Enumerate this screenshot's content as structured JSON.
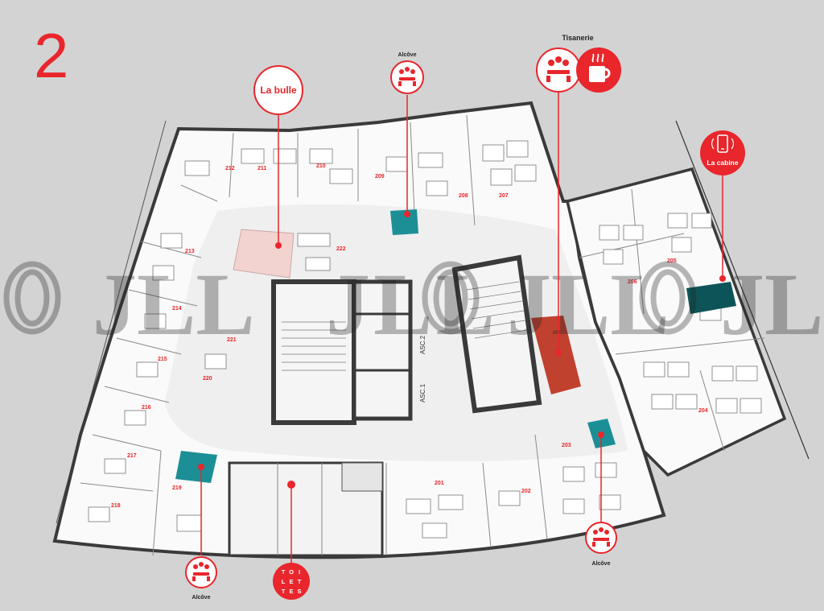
{
  "floor": {
    "number": "2",
    "color": "#e8262c"
  },
  "watermark": {
    "text": "JLL"
  },
  "colors": {
    "accent": "#e8262c",
    "alcove": "#1c8f96",
    "cabine": "#0d5458",
    "tisanerie": "#c0412e",
    "bulle": "#f3d3d0"
  },
  "rooms": [
    "201",
    "202",
    "203",
    "204",
    "205",
    "206",
    "207",
    "208",
    "209",
    "210",
    "211",
    "212",
    "213",
    "214",
    "215",
    "216",
    "217",
    "218",
    "219",
    "220",
    "221",
    "222"
  ],
  "callouts": {
    "floor": "2",
    "la_bulle": {
      "label": "La bulle",
      "icon": "meeting-icon"
    },
    "alcove_top": {
      "label": "Alcôve",
      "icon": "meeting-icon"
    },
    "tisanerie": {
      "label": "Tisanerie",
      "icon": "coffee-icon"
    },
    "la_cabine": {
      "label": "La cabine",
      "icon": "phone-icon"
    },
    "alcove_bottom_left": {
      "label": "Alcôve",
      "icon": "meeting-icon"
    },
    "alcove_bottom_right": {
      "label": "Alcôve",
      "icon": "meeting-icon"
    },
    "toilettes": {
      "letters": [
        "T",
        "O",
        "I",
        "L",
        "E",
        "T",
        "T",
        "E",
        "S"
      ]
    }
  },
  "elevators": {
    "asc1": "ASC.1",
    "asc2": "ASC.2"
  }
}
